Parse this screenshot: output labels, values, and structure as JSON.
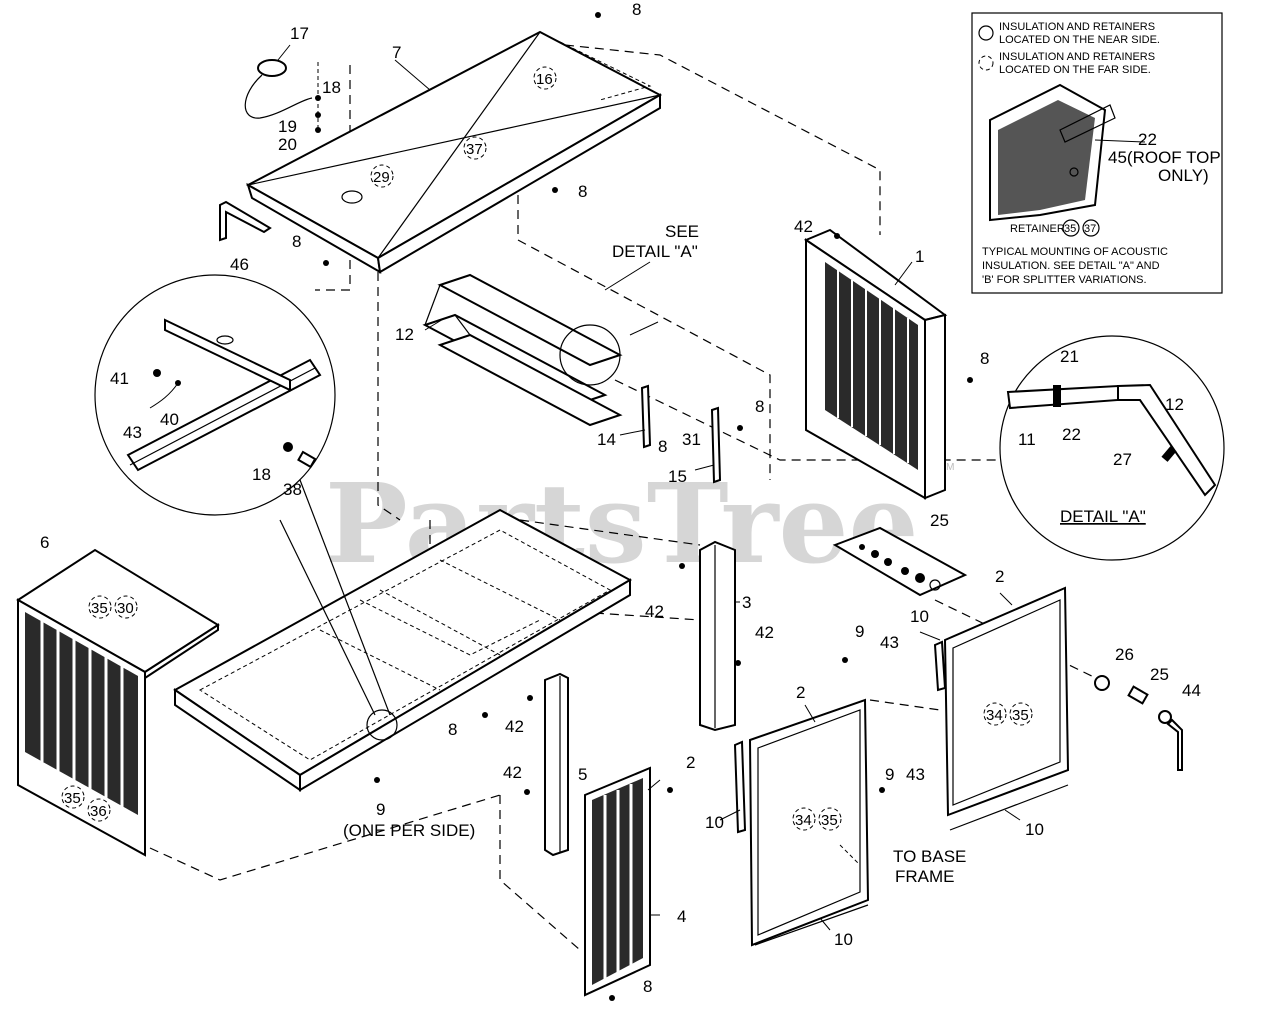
{
  "watermark": {
    "text": "PartsTree",
    "tm": "TM"
  },
  "legend": {
    "near_side": "INSULATION AND RETAINERS LOCATED ON THE NEAR SIDE.",
    "near_line1": "INSULATION AND RETAINERS",
    "near_line2": "LOCATED ON THE NEAR SIDE.",
    "far_line1": "INSULATION AND RETAINERS",
    "far_line2": "LOCATED ON THE FAR SIDE.",
    "callout_22": "22",
    "callout_45a": "45(ROOF TOP",
    "callout_45b": "ONLY)",
    "retainer": "RETAINER",
    "retainer_a": "35",
    "retainer_b": "37",
    "note1": "TYPICAL MOUNTING OF ACOUSTIC",
    "note2": "INSULATION. SEE DETAIL \"A\" AND",
    "note3": "'B' FOR SPLITTER VARIATIONS."
  },
  "detail_a": {
    "title": "DETAIL \"A\"",
    "labels": [
      "21",
      "11",
      "22",
      "12",
      "27"
    ]
  },
  "see_detail": {
    "line1": "SEE",
    "line2": "DETAIL \"A\""
  },
  "notes": {
    "one_per_side_num": "9",
    "one_per_side": "(ONE PER SIDE)",
    "to_base1": "TO BASE",
    "to_base2": "FRAME"
  },
  "callouts": [
    {
      "id": "c17",
      "t": "17"
    },
    {
      "id": "c7",
      "t": "7"
    },
    {
      "id": "c8a",
      "t": "8"
    },
    {
      "id": "c18a",
      "t": "18"
    },
    {
      "id": "c19",
      "t": "19"
    },
    {
      "id": "c20",
      "t": "20"
    },
    {
      "id": "c8b",
      "t": "8"
    },
    {
      "id": "c46",
      "t": "46"
    },
    {
      "id": "c8c",
      "t": "8"
    },
    {
      "id": "c42a",
      "t": "42"
    },
    {
      "id": "c1",
      "t": "1"
    },
    {
      "id": "c12",
      "t": "12"
    },
    {
      "id": "c8d",
      "t": "8"
    },
    {
      "id": "c41",
      "t": "41"
    },
    {
      "id": "c40",
      "t": "40"
    },
    {
      "id": "c43a",
      "t": "43"
    },
    {
      "id": "c18b",
      "t": "18"
    },
    {
      "id": "c38",
      "t": "38"
    },
    {
      "id": "c14",
      "t": "14"
    },
    {
      "id": "c8e",
      "t": "8"
    },
    {
      "id": "c31",
      "t": "31"
    },
    {
      "id": "c8f",
      "t": "8"
    },
    {
      "id": "c15",
      "t": "15"
    },
    {
      "id": "c6",
      "t": "6"
    },
    {
      "id": "c25a",
      "t": "25"
    },
    {
      "id": "c42b",
      "t": "42"
    },
    {
      "id": "c3",
      "t": "3"
    },
    {
      "id": "c42c",
      "t": "42"
    },
    {
      "id": "c2a",
      "t": "2"
    },
    {
      "id": "c10a",
      "t": "10"
    },
    {
      "id": "c9a",
      "t": "9"
    },
    {
      "id": "c43b",
      "t": "43"
    },
    {
      "id": "c8g",
      "t": "8"
    },
    {
      "id": "c42d",
      "t": "42"
    },
    {
      "id": "c26",
      "t": "26"
    },
    {
      "id": "c25b",
      "t": "25"
    },
    {
      "id": "c44",
      "t": "44"
    },
    {
      "id": "c42e",
      "t": "42"
    },
    {
      "id": "c5",
      "t": "5"
    },
    {
      "id": "c2b",
      "t": "2"
    },
    {
      "id": "c2c",
      "t": "2"
    },
    {
      "id": "c9b",
      "t": "9"
    },
    {
      "id": "c43c",
      "t": "43"
    },
    {
      "id": "c10b",
      "t": "10"
    },
    {
      "id": "c10c",
      "t": "10"
    },
    {
      "id": "c4",
      "t": "4"
    },
    {
      "id": "c10d",
      "t": "10"
    },
    {
      "id": "c8h",
      "t": "8"
    }
  ],
  "circled": [
    {
      "id": "k16",
      "t": "16",
      "dashed": true
    },
    {
      "id": "k37",
      "t": "37",
      "dashed": true
    },
    {
      "id": "k29",
      "t": "29",
      "dashed": true
    },
    {
      "id": "k35a",
      "t": "35",
      "dashed": true
    },
    {
      "id": "k30",
      "t": "30",
      "dashed": true
    },
    {
      "id": "k35b",
      "t": "35",
      "dashed": true
    },
    {
      "id": "k36",
      "t": "36",
      "dashed": true
    },
    {
      "id": "k34a",
      "t": "34",
      "dashed": true
    },
    {
      "id": "k35c",
      "t": "35",
      "dashed": true
    },
    {
      "id": "k34b",
      "t": "34",
      "dashed": true
    },
    {
      "id": "k35d",
      "t": "35",
      "dashed": true
    }
  ]
}
